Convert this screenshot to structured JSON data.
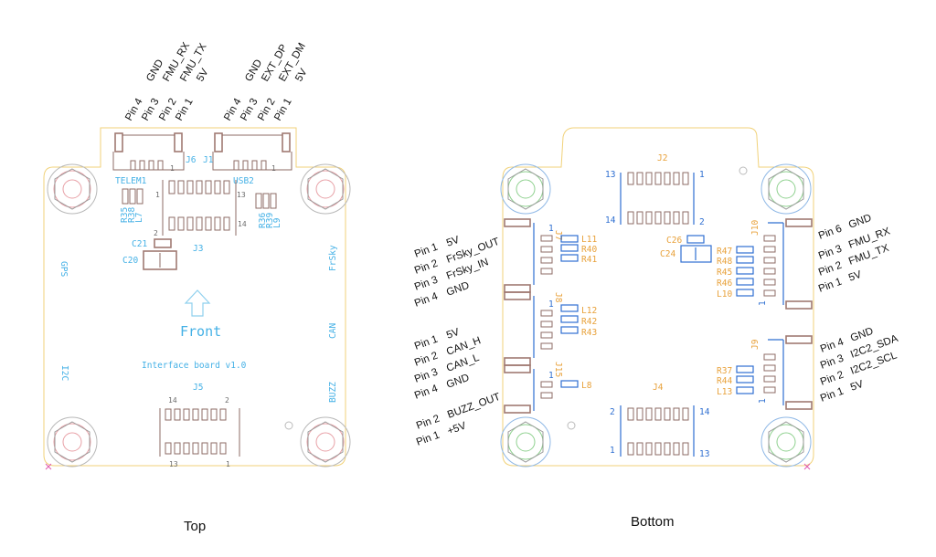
{
  "captions": {
    "top": "Top",
    "bottom": "Bottom"
  },
  "colors": {
    "silkscreen": "#45b1e6",
    "outline": "#f1d27a",
    "component": "#8c6b64",
    "pad_label": "#e8a13a"
  },
  "top": {
    "j6_header": {
      "pins": [
        "Pin 4",
        "Pin 3",
        "Pin 2",
        "Pin 1"
      ],
      "signals": [
        "GND",
        "FMU_RX",
        "FMU_TX",
        "5V"
      ]
    },
    "j1_header": {
      "pins": [
        "Pin 4",
        "Pin 3",
        "Pin 2",
        "Pin 1"
      ],
      "signals": [
        "GND",
        "EXT_DP",
        "EXT_DM",
        "5V"
      ]
    },
    "silk": {
      "j6": "J6",
      "j1": "J1",
      "telem1": "TELEM1",
      "usb2": "USB2",
      "r35": "R35",
      "r38": "R38",
      "l7": "L7",
      "r36": "R36",
      "r39": "R39",
      "l9": "L9",
      "c21": "C21",
      "c20": "C20",
      "j3": "J3",
      "j5": "J5",
      "gps": "GPS",
      "frsky": "FrSky",
      "can": "CAN",
      "i2c": "I2C",
      "buzz": "BUZZ",
      "front": "Front",
      "board": "Interface board v1.0"
    },
    "pin_numbers": {
      "j6_1": "1",
      "j1_1": "1",
      "j3_1": "1",
      "j3_2": "2",
      "j3_13": "13",
      "j3_14": "14",
      "j5_14": "14",
      "j5_2": "2",
      "j5_13": "13",
      "j5_1": "1"
    }
  },
  "bottom": {
    "j7_header": {
      "pins": [
        "Pin 1",
        "Pin 2",
        "Pin 3",
        "Pin 4"
      ],
      "signals": [
        "5V",
        "FrSky_OUT",
        "FrSky_IN",
        "GND"
      ]
    },
    "j8_header": {
      "pins": [
        "Pin 1",
        "Pin 2",
        "Pin 3",
        "Pin 4"
      ],
      "signals": [
        "5V",
        "CAN_H",
        "CAN_L",
        "GND"
      ]
    },
    "j15_header": {
      "pins": [
        "Pin 2",
        "Pin 1"
      ],
      "signals": [
        "BUZZ_OUT",
        "+5V"
      ]
    },
    "j10_header": {
      "pins": [
        "Pin 6",
        "Pin 3",
        "Pin 2",
        "Pin 1"
      ],
      "signals": [
        "GND",
        "FMU_RX",
        "FMU_TX",
        "5V"
      ]
    },
    "j9_header": {
      "pins": [
        "Pin 4",
        "Pin 3",
        "Pin 2",
        "Pin 1"
      ],
      "signals": [
        "GND",
        "I2C2_SDA",
        "I2C2_SCL",
        "5V"
      ]
    },
    "silk": {
      "j2": "J2",
      "j4": "J4",
      "j7": "J7",
      "j8": "J8",
      "j15": "J15",
      "j10": "J10",
      "j9": "J9"
    },
    "parts": {
      "l11": "L11",
      "r40": "R40",
      "r41": "R41",
      "l12": "L12",
      "r42": "R42",
      "r43": "R43",
      "l8": "L8",
      "c26": "C26",
      "c24": "C24",
      "r47": "R47",
      "r48": "R48",
      "r45": "R45",
      "r46": "R46",
      "l10": "L10",
      "r37": "R37",
      "r44": "R44",
      "l13": "L13"
    },
    "pin_numbers": {
      "j2_13": "13",
      "j2_1": "1",
      "j2_14": "14",
      "j2_2": "2",
      "j4_2": "2",
      "j4_14": "14",
      "j4_1": "1",
      "j4_13": "13",
      "j7_1": "1",
      "j8_1": "1",
      "j15_1": "1",
      "j10_1": "1",
      "j9_1": "1"
    }
  }
}
